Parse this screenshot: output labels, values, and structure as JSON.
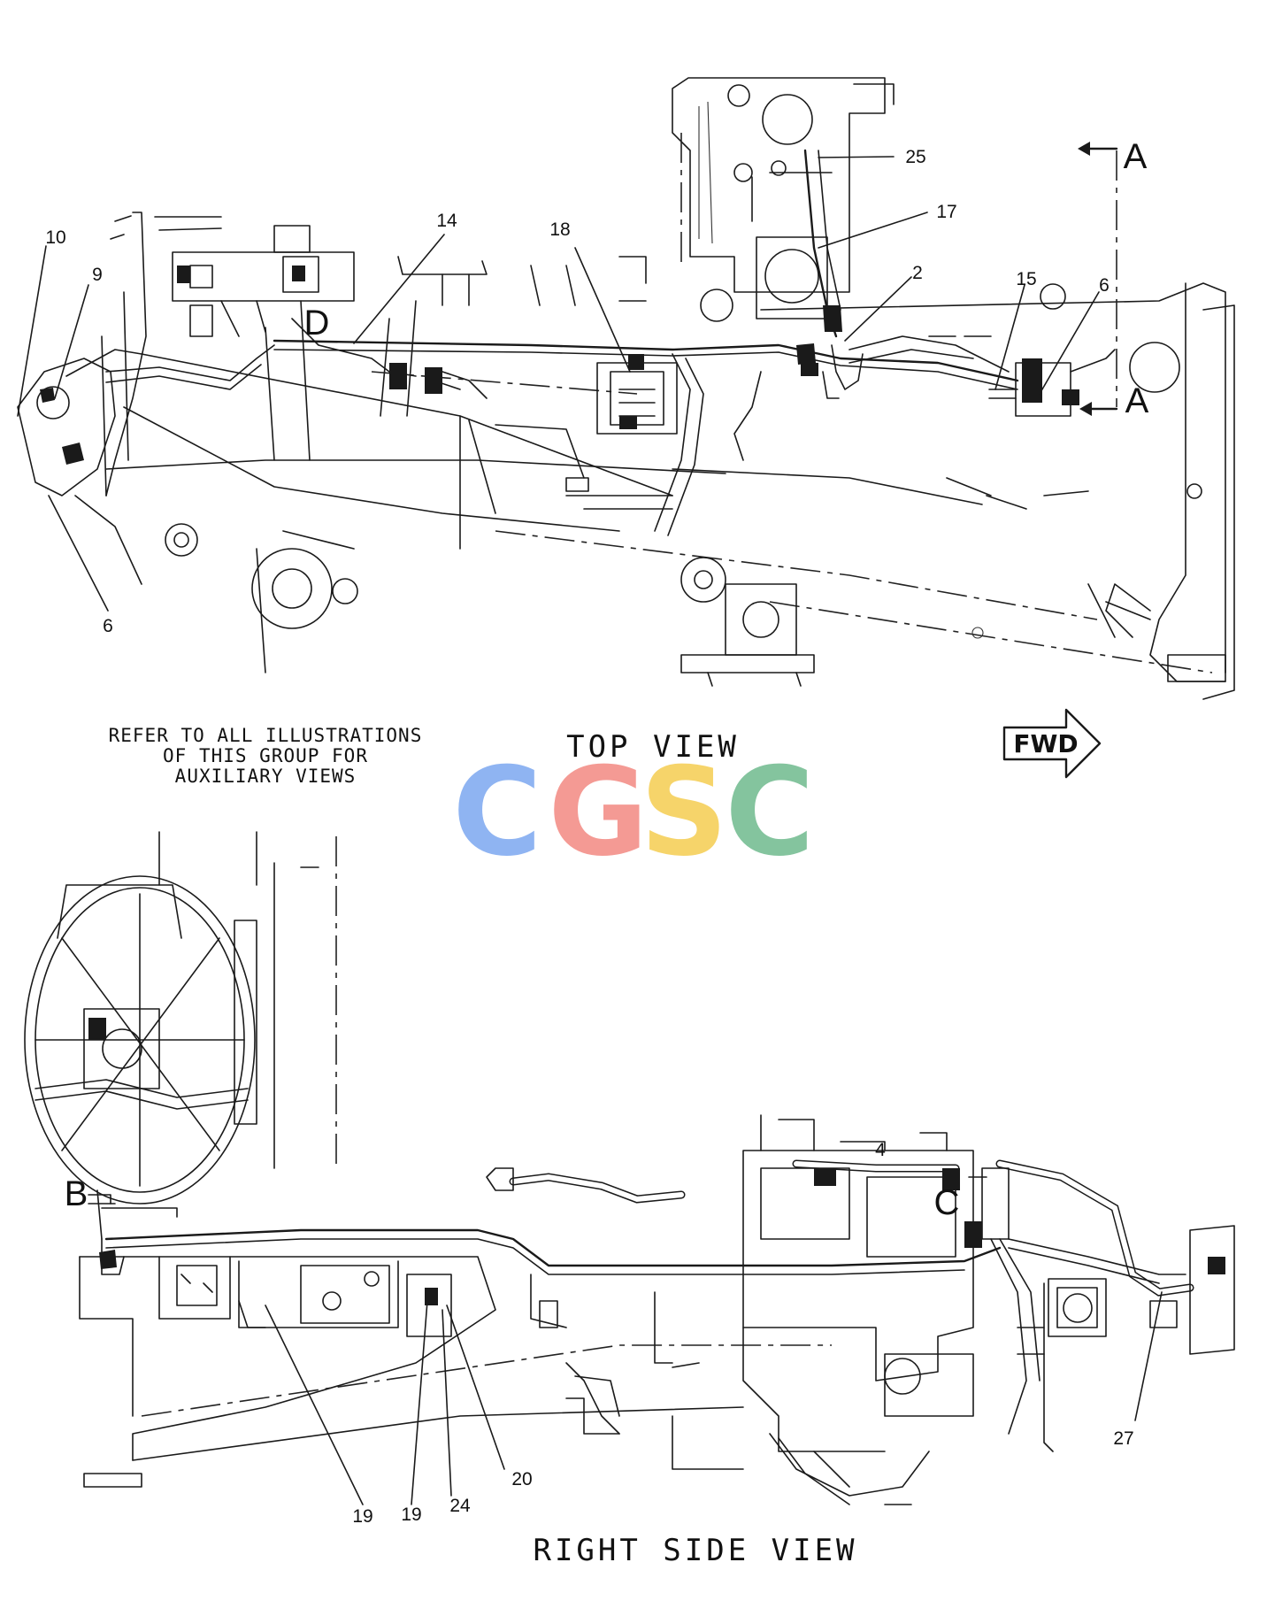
{
  "top_view": {
    "title": "TOP VIEW",
    "note_lines": [
      "REFER TO ALL ILLUSTRATIONS",
      "OF THIS GROUP FOR",
      "AUXILIARY VIEWS"
    ],
    "fwd_label": "FWD",
    "section_letter_top": "A",
    "section_letter_bottom": "A",
    "detail_letter": "D",
    "callouts": [
      "10",
      "9",
      "6",
      "14",
      "18",
      "25",
      "17",
      "2",
      "15",
      "6"
    ]
  },
  "side_view": {
    "title": "RIGHT SIDE VIEW",
    "detail_letter_b": "B",
    "detail_letter_c": "C",
    "callouts": [
      "19",
      "19",
      "24",
      "20",
      "27",
      "4"
    ]
  },
  "watermark": {
    "letters": [
      "C",
      "G",
      "S",
      "C"
    ],
    "colors": [
      "#8fb4f2",
      "#f49a94",
      "#f6d46a",
      "#84c49e"
    ]
  }
}
